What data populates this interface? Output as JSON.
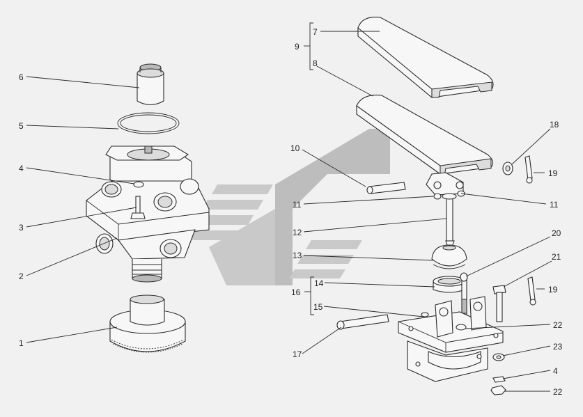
{
  "callouts": {
    "c1": "1",
    "c2": "2",
    "c3": "3",
    "c4a": "4",
    "c5": "5",
    "c6": "6",
    "c7": "7",
    "c8": "8",
    "c9": "9",
    "c10": "10",
    "c11a": "11",
    "c11b": "11",
    "c12": "12",
    "c13": "13",
    "c14": "14",
    "c15": "15",
    "c16": "16",
    "c17": "17",
    "c18": "18",
    "c19a": "19",
    "c19b": "19",
    "c20": "20",
    "c21": "21",
    "c22a": "22",
    "c22b": "22",
    "c23": "23",
    "c4b": "4"
  },
  "colors": {
    "line": "#2a2a2a",
    "background": "#f1f1f1",
    "watermark": "#c9c9c9"
  }
}
